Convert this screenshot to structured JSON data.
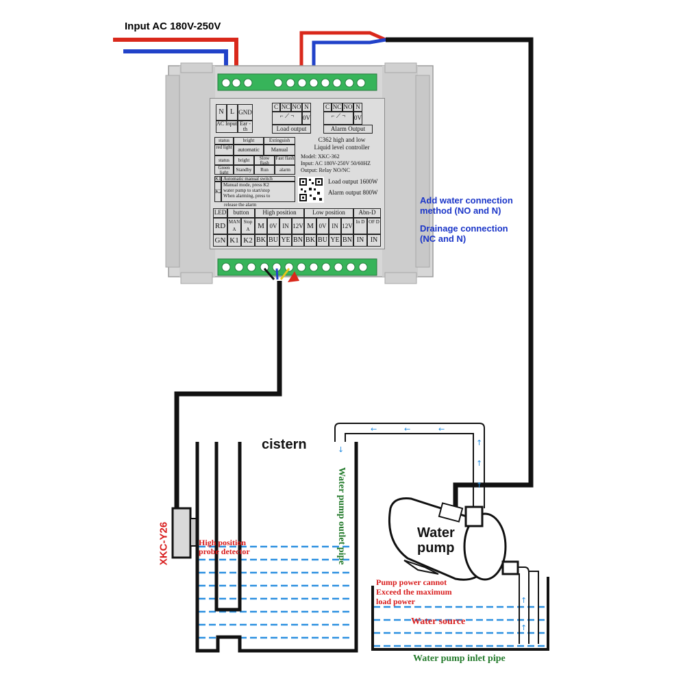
{
  "header": {
    "input_label": "Input AC 180V-250V"
  },
  "controller": {
    "power_block": {
      "n": "N",
      "l": "L",
      "gnd": "GND",
      "ac_input": "AC Input",
      "earth": "Ear -th"
    },
    "load_output": {
      "c": "C",
      "nc": "NC",
      "no": "NO",
      "n": "N",
      "ov": "0V",
      "caption": "Load output"
    },
    "alarm_output": {
      "c": "C",
      "nc": "NC",
      "no": "NO",
      "n": "N",
      "ov": "0V",
      "caption": "Alarm Output"
    },
    "status_table": {
      "r1": [
        "status",
        "bright",
        "Extinguish"
      ],
      "r2": [
        "red light",
        "automatic",
        "Manual"
      ],
      "r3": [
        "status",
        "bright",
        "Slow flash",
        "Fast flash"
      ],
      "r4": [
        "Green light",
        "Standby",
        "Run",
        "alarm"
      ]
    },
    "model_info": {
      "title": "C362 high and low",
      "subtitle": "Liquid level controller",
      "model": "Model: XKC-362",
      "input": "Input: AC 180V-250V 50/60HZ",
      "output": "Output: Relay NO/NC"
    },
    "switch_notes": {
      "k1": "K1",
      "k1_text": "Automatic manual switch",
      "k2": "K2",
      "k2_text_1": "Manual mode, press K2",
      "k2_text_2": "water pump to start/stop",
      "k2_text_3": "When alarming, press to",
      "k2_text_4": "release the alarm"
    },
    "ratings": {
      "load": "Load output 1600W",
      "alarm": "Alarm output 800W"
    },
    "wiring_table": {
      "headers": [
        "LED",
        "button",
        "High position",
        "Low position",
        "Abn-D"
      ],
      "row1": [
        "RD",
        "MAN A",
        "Stop A",
        "M",
        "0V",
        "IN",
        "12V",
        "M",
        "0V",
        "IN",
        "12V",
        "In D",
        "OF D"
      ],
      "row2": [
        "GN",
        "K1",
        "K2",
        "BK",
        "BU",
        "YE",
        "BN",
        "BK",
        "BU",
        "YE",
        "BN",
        "IN",
        "IN"
      ]
    }
  },
  "notes": {
    "add_water_1": "Add water connection",
    "add_water_2": "method (NO and N)",
    "drainage_1": "Drainage connection",
    "drainage_2": "(NC and N)"
  },
  "tank": {
    "cistern_label": "cistern",
    "sensor_label": "XKC-Y26",
    "probe_label_1": "High position",
    "probe_label_2": "probe detector",
    "outlet_pipe_label": "Water pump outlet pipe"
  },
  "pump": {
    "label_1": "Water",
    "label_2": "pump",
    "warning_1": "Pump power cannot",
    "warning_2": "Exceed the maximum",
    "warning_3": "load power"
  },
  "source": {
    "label": "Water source",
    "inlet_pipe_label": "Water pump inlet pipe"
  },
  "colors": {
    "wire_black": "#111111",
    "wire_red": "#d9281b",
    "wire_blue": "#2142c9",
    "water": "#2a8fe0",
    "enclosure": "#d7d7d7",
    "terminal": "#37b45a",
    "note_blue": "#1a35c8",
    "note_red": "#d81c1c",
    "note_green": "#237a2b"
  }
}
